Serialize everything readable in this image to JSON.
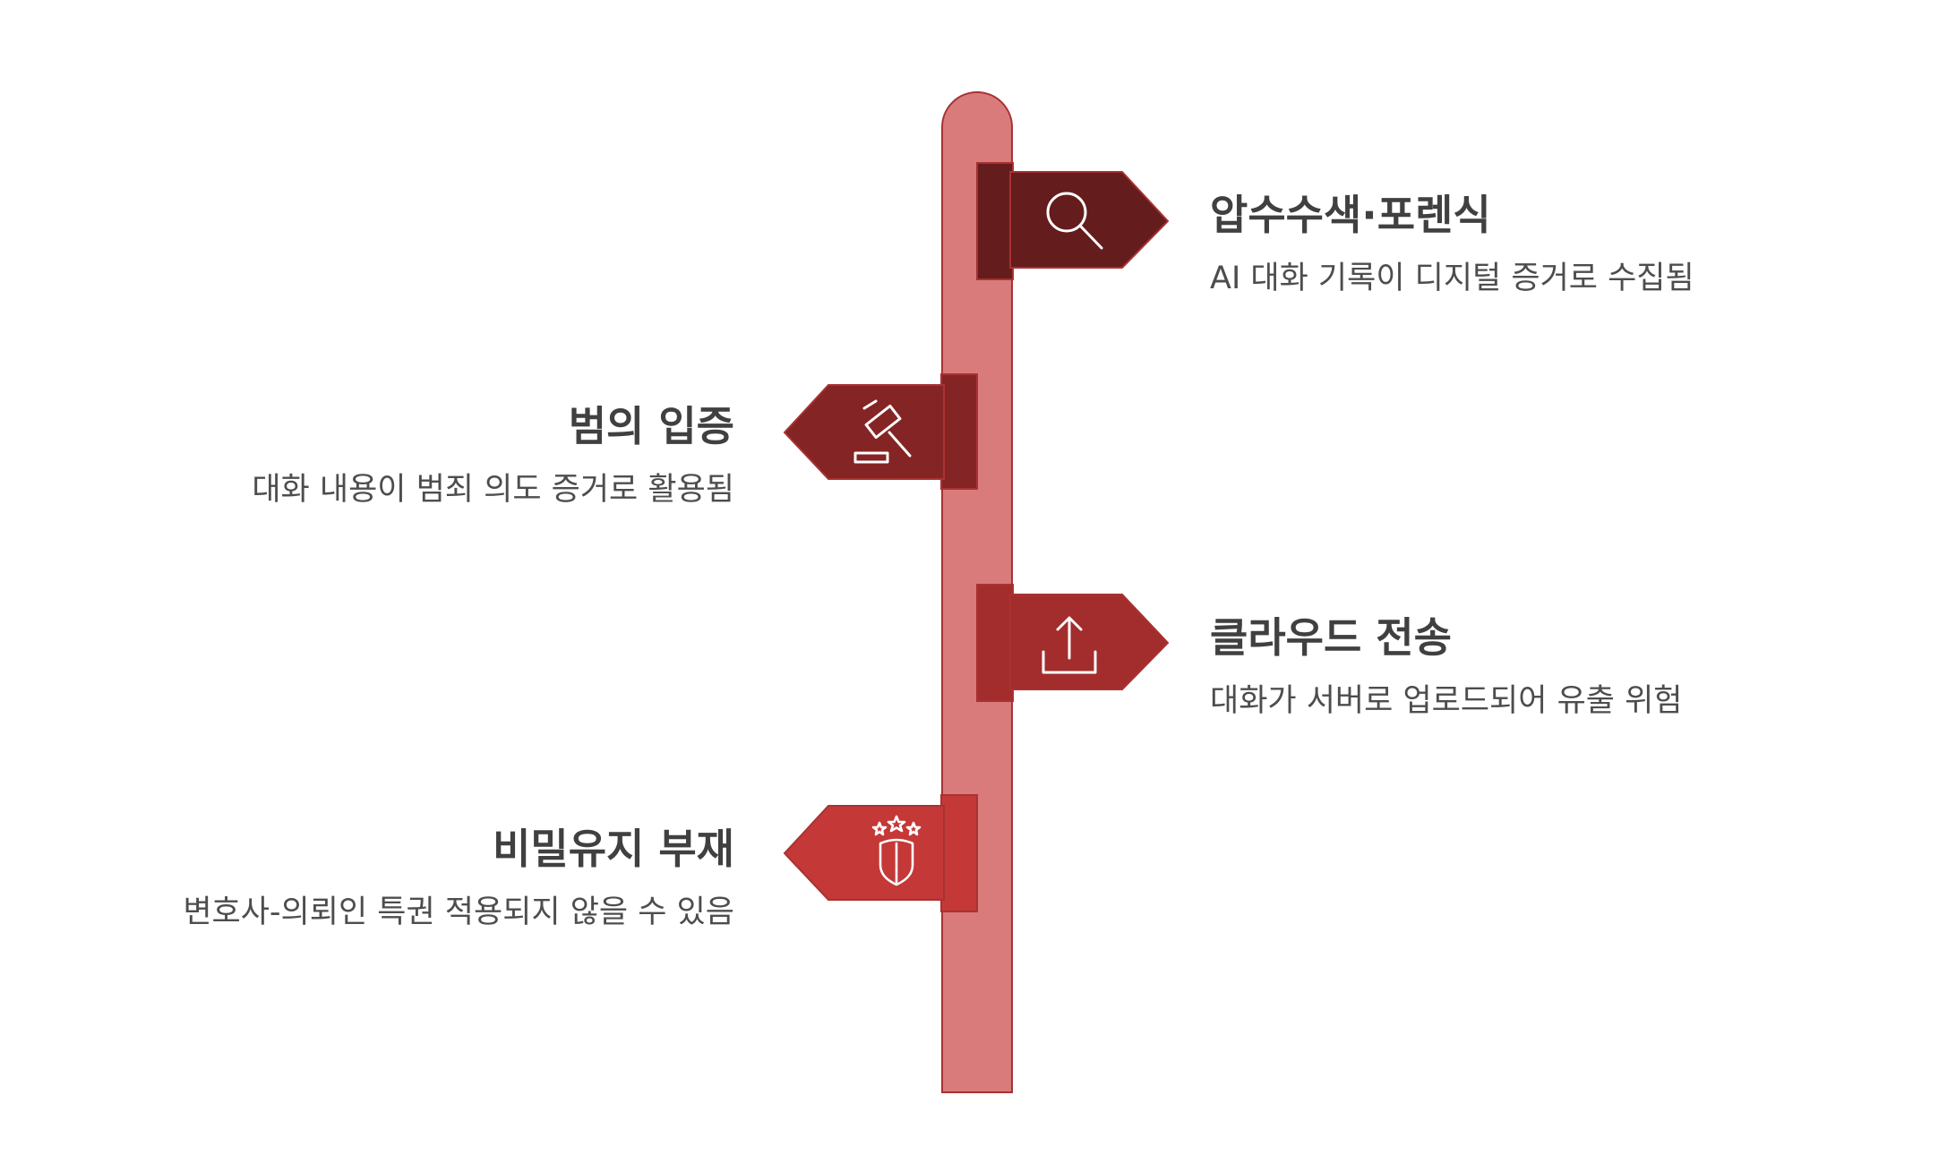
{
  "colors": {
    "pole_fill": "#d97b7b",
    "pole_stroke": "#a83232",
    "sign_1": "#641c1c",
    "sign_2": "#852424",
    "sign_3": "#a32d2d",
    "sign_4": "#c43838",
    "icon_stroke": "#ffffff"
  },
  "items": [
    {
      "title": "압수수색·포렌식",
      "description": "AI 대화 기록이 디지털 증거로 수집됨",
      "icon": "magnifier-icon",
      "side": "right"
    },
    {
      "title": "범의 입증",
      "description": "대화 내용이 범죄 의도 증거로 활용됨",
      "icon": "gavel-icon",
      "side": "left"
    },
    {
      "title": "클라우드 전송",
      "description": "대화가 서버로 업로드되어 유출 위험",
      "icon": "upload-icon",
      "side": "right"
    },
    {
      "title": "비밀유지 부재",
      "description": "변호사-의뢰인 특권 적용되지 않을 수 있음",
      "icon": "shield-icon",
      "side": "left"
    }
  ]
}
